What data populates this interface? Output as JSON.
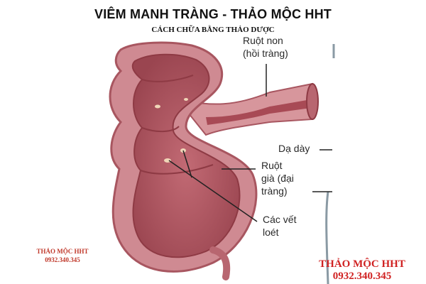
{
  "header": {
    "title": "VIÊM MANH TRÀNG - THẢO MỘC HHT",
    "subtitle": "CÁCH CHỮA BẰNG THẢO DƯỢC"
  },
  "labels": {
    "small_intestine_line1": "Ruột non",
    "small_intestine_line2": "(hồi tràng)",
    "stomach": "Dạ dày",
    "large_intestine_line1": "Ruột",
    "large_intestine_line2": "già (đại",
    "large_intestine_line3": "tràng)",
    "ulcers_line1": "Các vết",
    "ulcers_line2": "loét"
  },
  "watermarks": {
    "small_name": "THẢO MỘC HHT",
    "small_phone": "0932.340.345",
    "large_name": "THẢO MỘC HHT",
    "large_phone": "0932.340.345"
  },
  "colors": {
    "organ_outer": "#c98088",
    "organ_inner": "#b45a64",
    "organ_dark": "#8e3a44",
    "brand_red": "#d02222"
  }
}
